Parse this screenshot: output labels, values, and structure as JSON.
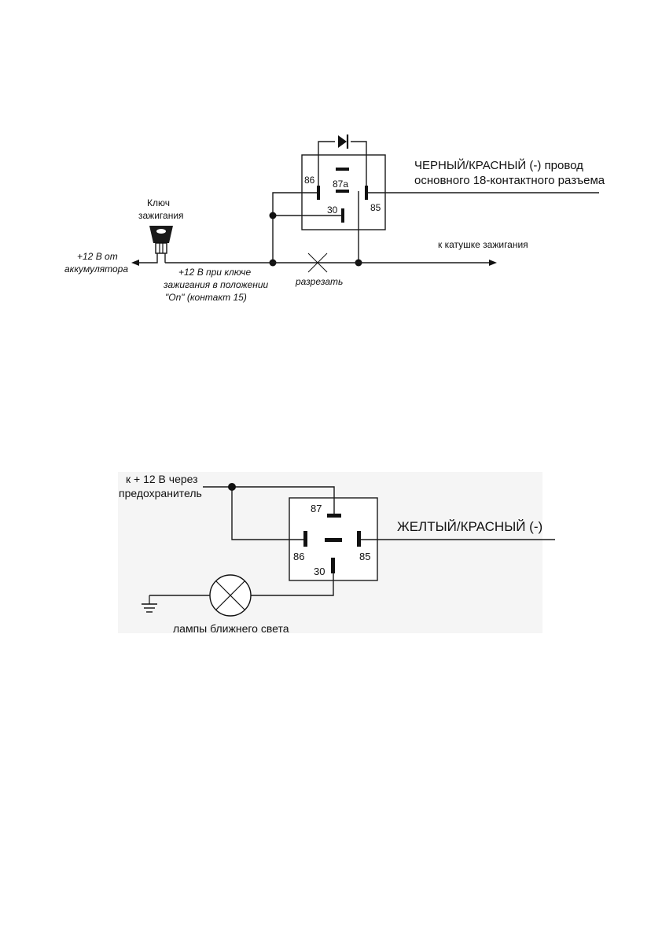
{
  "diagram1": {
    "ignition_title_1": "Ключ",
    "ignition_title_2": "зажигания",
    "battery_1": "+12 В от",
    "battery_2": "аккумулятора",
    "key_on_1": "+12 В при ключе",
    "key_on_2": "зажигания  в положении",
    "key_on_3": "\"On\" (контакт 15)",
    "cut": "разрезать",
    "to_coil": "к катушке зажигания",
    "wire_1": "ЧЕРНЫЙ/КРАСНЫЙ (-) провод",
    "wire_2": "основного 18-контактного разъема",
    "pin_86": "86",
    "pin_87a": "87a",
    "pin_85": "85",
    "pin_30": "30"
  },
  "diagram2": {
    "supply_1": "к + 12 В через",
    "supply_2": "предохранитель",
    "wire": "ЖЕЛТЫЙ/КРАСНЫЙ (-)",
    "lamps": "лампы ближнего света",
    "pin_87": "87",
    "pin_86": "86",
    "pin_85": "85",
    "pin_30": "30",
    "panel_color": "#f5f5f5"
  }
}
